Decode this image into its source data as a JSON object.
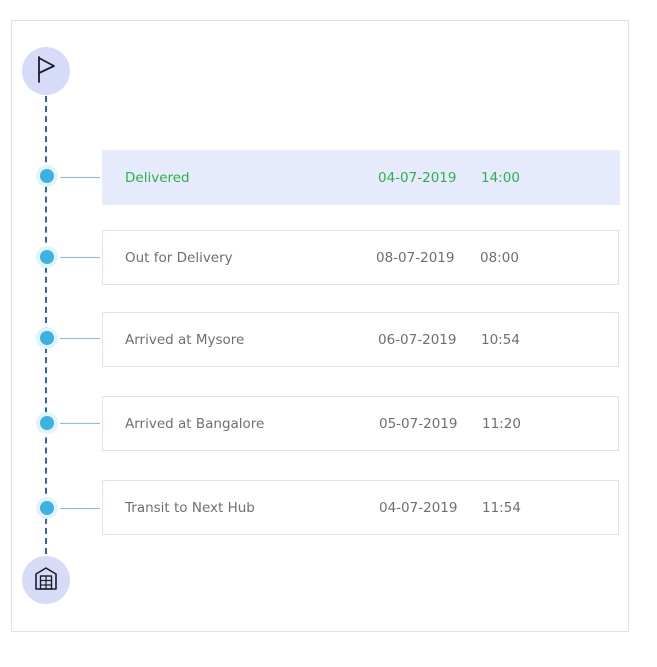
{
  "timeline": {
    "start_icon": "flag-icon",
    "end_icon": "warehouse-icon",
    "active_color": "#2db14b",
    "accent_color": "#3ab2e2",
    "line_color": "#2f5fcf",
    "entries": [
      {
        "status": "Delivered",
        "date": "04-07-2019",
        "time": "14:00",
        "active": true
      },
      {
        "status": "Out for Delivery",
        "date": "08-07-2019",
        "time": "08:00",
        "active": false
      },
      {
        "status": "Arrived at Mysore",
        "date": "06-07-2019",
        "time": "10:54",
        "active": false
      },
      {
        "status": "Arrived at Bangalore",
        "date": "05-07-2019",
        "time": "11:20",
        "active": false
      },
      {
        "status": "Transit to Next Hub",
        "date": "04-07-2019",
        "time": "11:54",
        "active": false
      }
    ]
  }
}
